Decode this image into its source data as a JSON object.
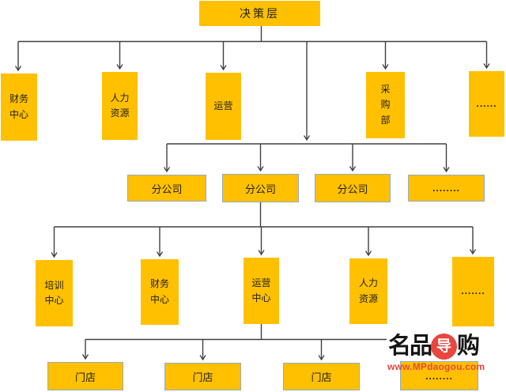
{
  "org_chart": {
    "root": {
      "label": "决策层"
    },
    "level_departments": [
      {
        "label": "财务\n中心"
      },
      {
        "label": "人力\n资源"
      },
      {
        "label": "运营"
      },
      {
        "label": "采\n购\n部"
      },
      {
        "label": "......"
      }
    ],
    "level_branches": [
      {
        "label": "分公司"
      },
      {
        "label": "分公司"
      },
      {
        "label": "分公司"
      },
      {
        "label": "........"
      }
    ],
    "level_branch_departments": [
      {
        "label": "培训\n中心"
      },
      {
        "label": "财务\n中心"
      },
      {
        "label": "运营\n中心"
      },
      {
        "label": "人力\n资源"
      },
      {
        "label": "......."
      }
    ],
    "level_stores": [
      {
        "label": "门店"
      },
      {
        "label": "门店"
      },
      {
        "label": "门店"
      },
      {
        "label": "........"
      }
    ],
    "colors": {
      "node_fill": "#FFC000",
      "node_border": "#92ABC3",
      "connector": "#404040"
    }
  },
  "watermark": {
    "brand_prefix": "名品",
    "brand_circle_char": "导",
    "brand_suffix": "购",
    "url": "www.MPdaogou.com",
    "accent_red": "#E8463F"
  }
}
